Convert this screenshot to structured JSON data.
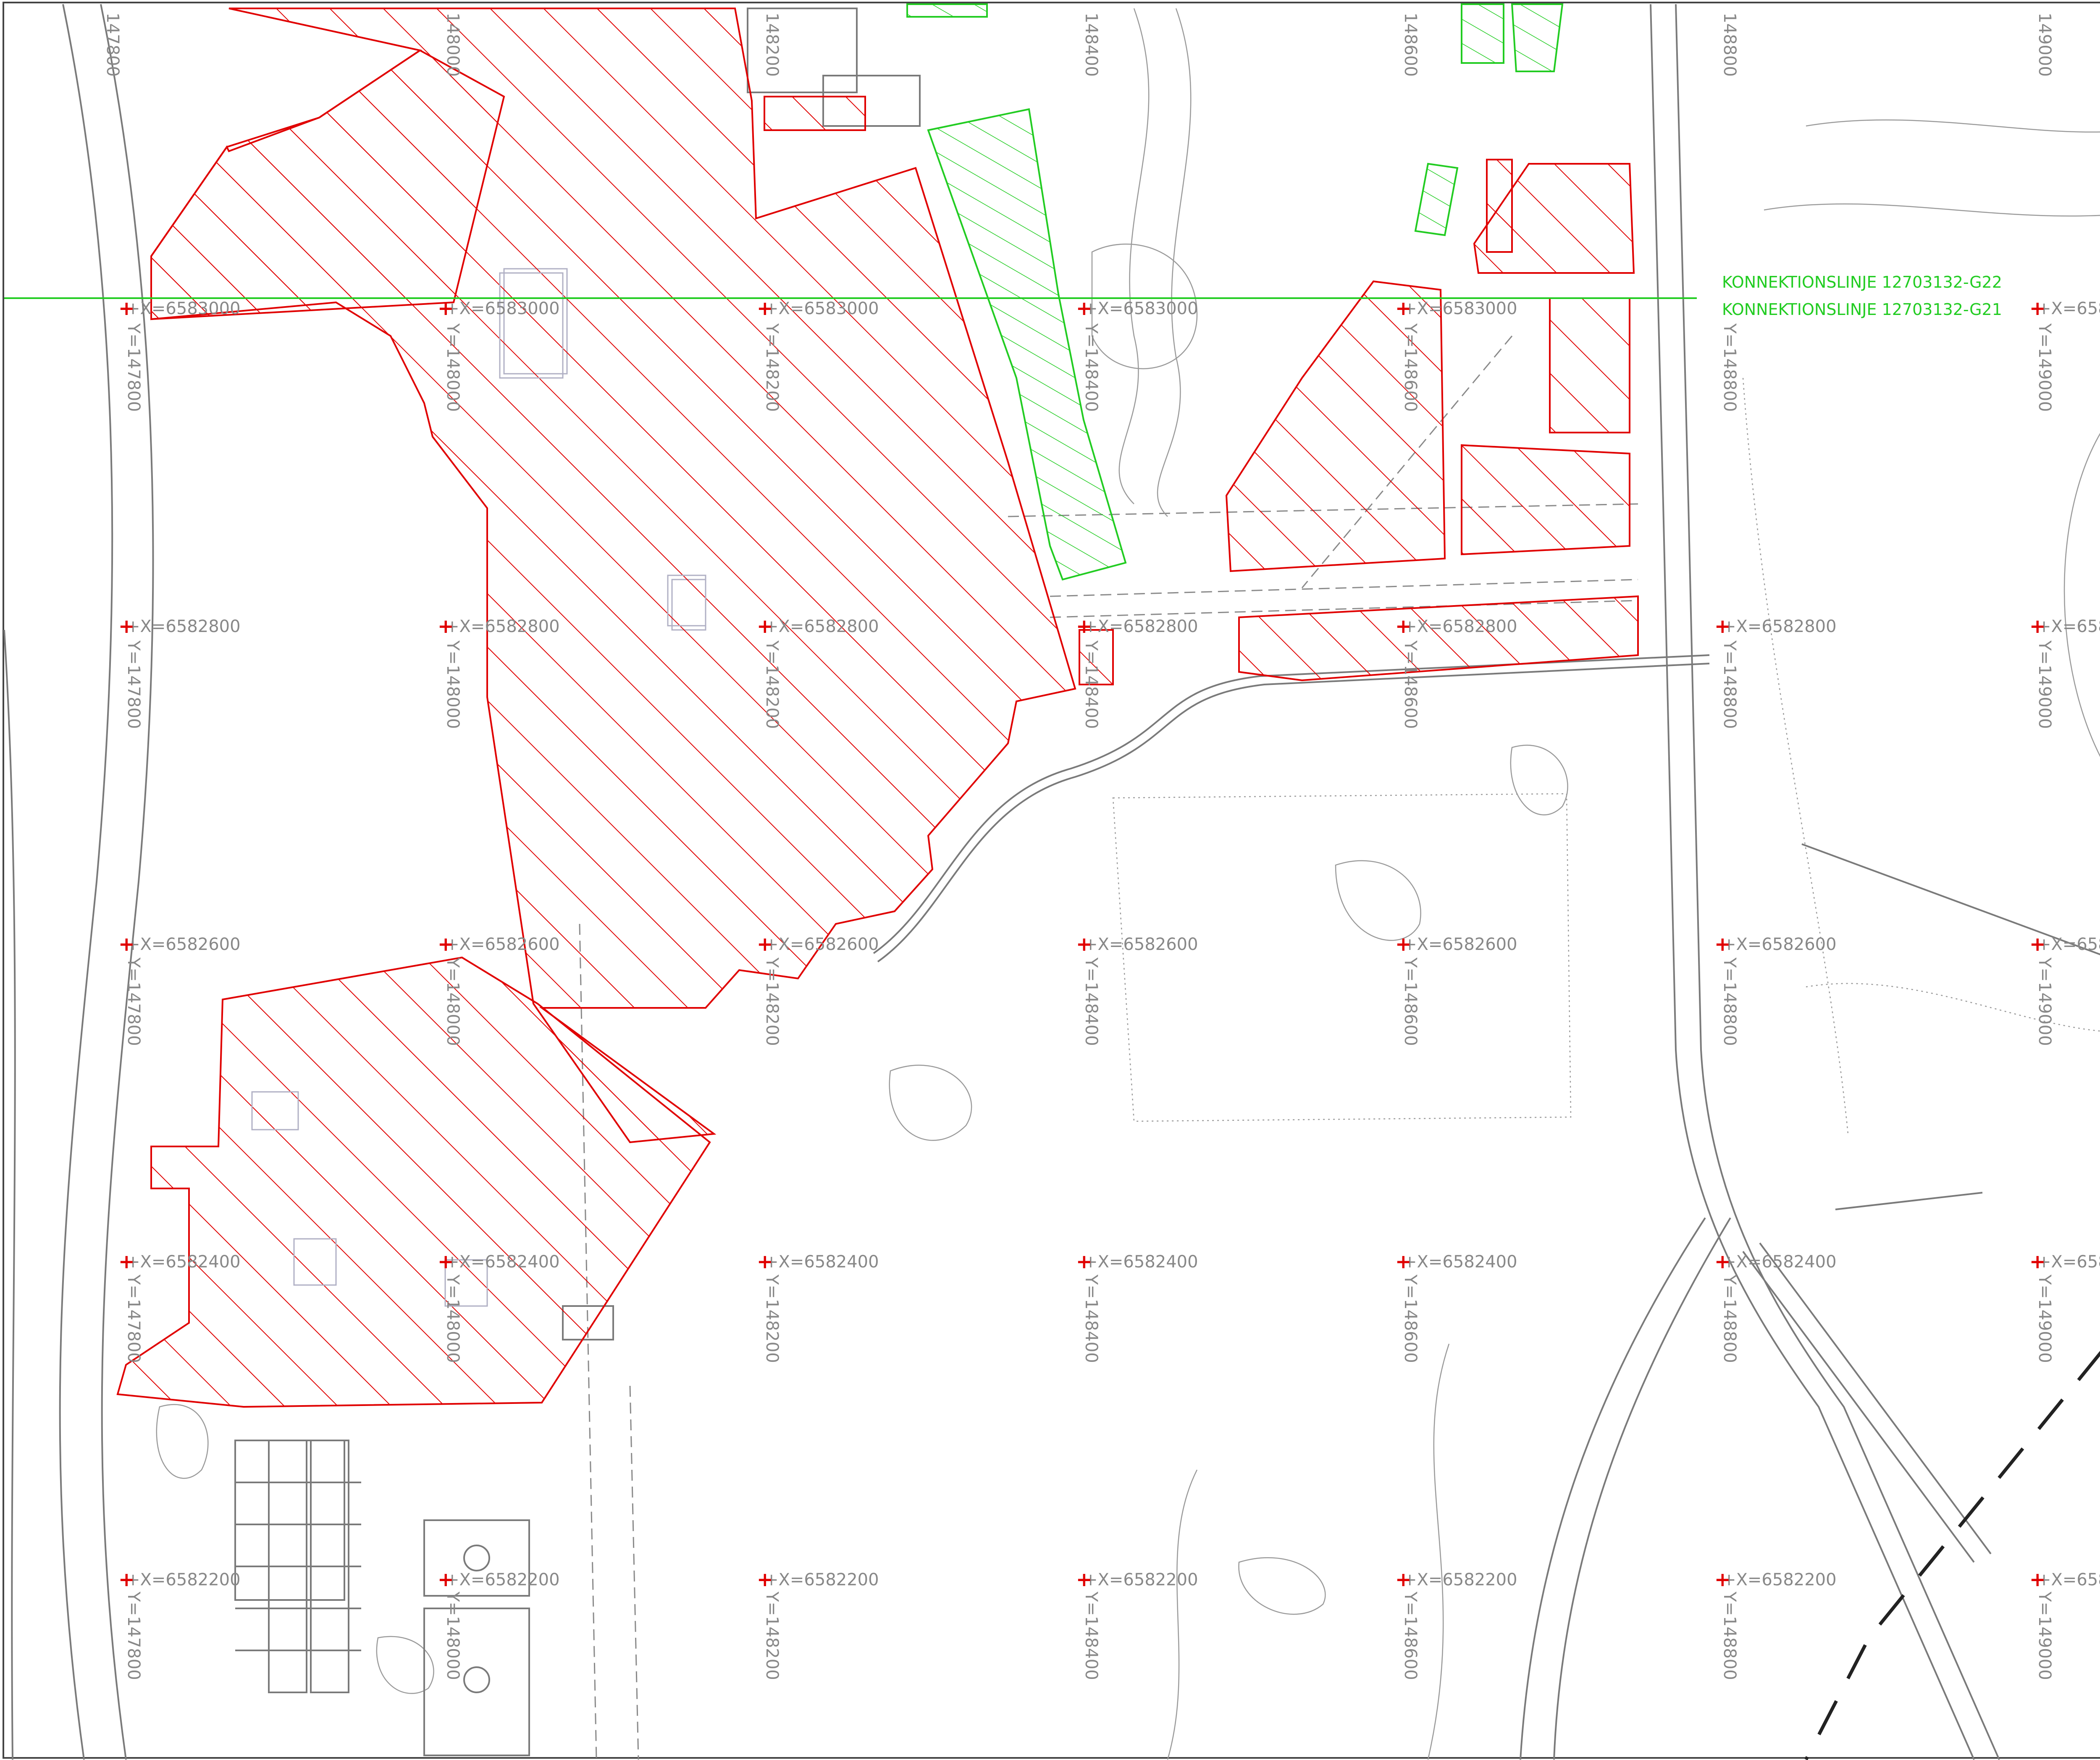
{
  "colors": {
    "red_zone": "#e00000",
    "green_zone": "#22cc22",
    "grid_label": "#888888",
    "terrain": "#9a9a9a",
    "background": "#ffffff"
  },
  "grid": {
    "x_labels": [
      "+X=6583000",
      "+X=6582800",
      "+X=6582600",
      "+X=6582400",
      "+X=6582200"
    ],
    "y_labels": [
      "Y=147800",
      "Y=148000",
      "Y=148200",
      "Y=148400",
      "Y=148600",
      "Y=148800",
      "Y=149000"
    ],
    "top_labels": [
      "147800",
      "148000",
      "148200",
      "148400",
      "148600",
      "148800",
      "149000"
    ]
  },
  "connection_lines": {
    "g22": "KONNEKTIONSLINJE 12703132-G22",
    "g21": "KONNEKTIONSLINJE 12703132-G21"
  },
  "icons": [
    "grid-cross-icon",
    "hatch-pattern-icon"
  ]
}
